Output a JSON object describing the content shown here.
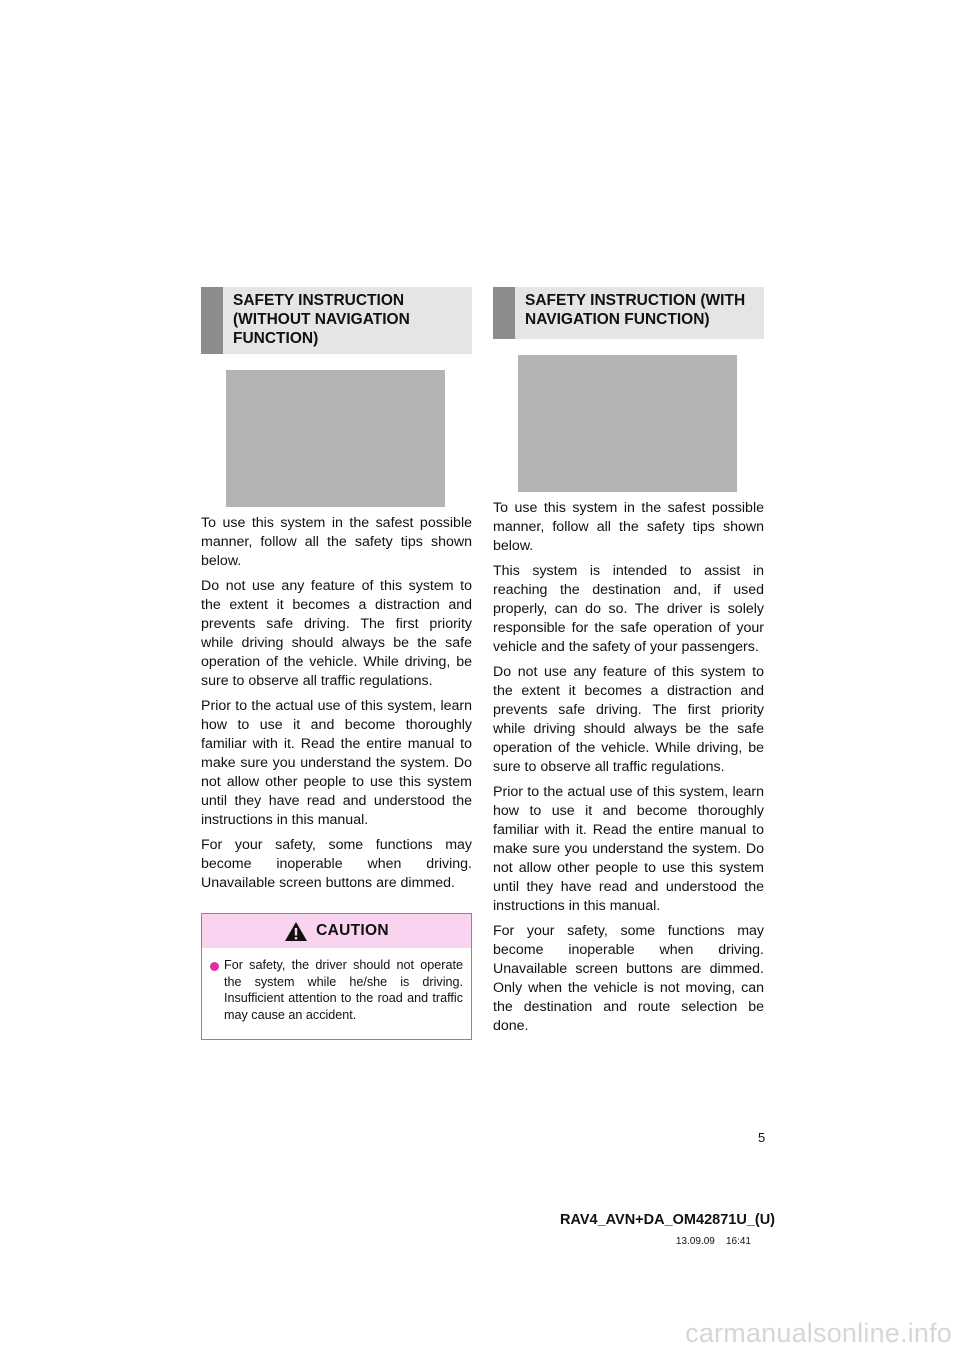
{
  "left": {
    "heading": "SAFETY INSTRUCTION\n(WITHOUT NAVIGATION\nFUNCTION)",
    "paragraphs": [
      "To use this system in the safest possible manner, follow all the safety tips shown below.",
      "Do not use any feature of this system to the extent it becomes a distraction and prevents safe driving. The first priority while driving should always be the safe operation of the vehicle. While driving, be sure to observe all traffic regulations.",
      "Prior to the actual use of this system, learn how to use it and become thoroughly familiar with it. Read the entire manual to make sure you understand the system. Do not allow other people to use this system until they have read and understood the instructions in this manual.",
      "For your safety, some functions may become inoperable when driving. Unavailable screen buttons are dimmed."
    ],
    "caution": {
      "title": "CAUTION",
      "text": "For safety, the driver should not operate the system while he/she is driving. Insufficient attention to the road and traffic may cause an accident."
    }
  },
  "right": {
    "heading": "SAFETY INSTRUCTION (WITH\nNAVIGATION FUNCTION)",
    "paragraphs": [
      "To use this system in the safest possible manner, follow all the safety tips shown below.",
      "This system is intended to assist in reaching the destination and, if used properly, can do so. The driver is solely responsible for the safe operation of your vehicle and the safety of your passengers.",
      "Do not use any feature of this system to the extent it becomes a distraction and prevents safe driving. The first priority while driving should always be the safe operation of the vehicle. While driving, be sure to observe all traffic regulations.",
      "Prior to the actual use of this system, learn how to use it and become thoroughly familiar with it. Read the entire manual to make sure you understand the system. Do not allow other people to use this system until they have read and understood the instructions in this manual.",
      "For your safety, some functions may become inoperable when driving. Unavailable screen buttons are dimmed. Only when the vehicle is not moving, can the destination and route selection be done."
    ]
  },
  "footer": {
    "page_number": "5",
    "doc_code": "RAV4_AVN+DA_OM42871U_(U)",
    "timestamp": "13.09.09    16:41"
  },
  "watermark": "carmanualsonline.info",
  "colors": {
    "heading_bg": "#e5e5e5",
    "heading_bar": "#8c8c8c",
    "image_placeholder": "#b3b3b3",
    "caution_header": "#f9d3f0",
    "caution_bullet": "#e0309a"
  }
}
